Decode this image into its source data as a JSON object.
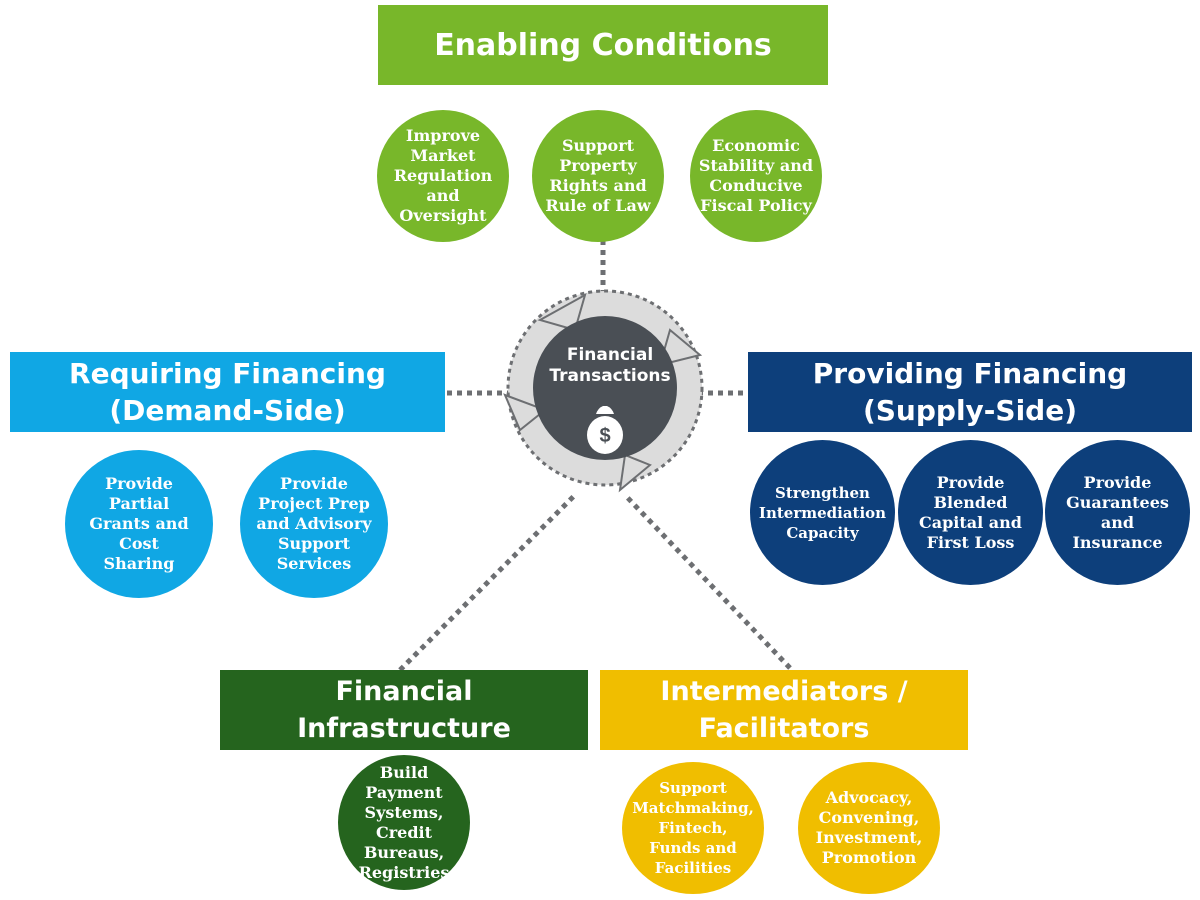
{
  "colors": {
    "enabling": "#78b72a",
    "demand": "#10a7e4",
    "supply": "#0d3f7b",
    "infrastructure": "#25641e",
    "intermediators": "#f0be00",
    "center": "#4a4f55",
    "connector": "#6d6f72"
  },
  "center": {
    "line1": "Financial",
    "line2": "Transactions",
    "icon": "money-bag-dollar-icon"
  },
  "enabling": {
    "title": "Enabling Conditions",
    "items": [
      "Improve\nMarket\nRegulation\nand\nOversight",
      "Support\nProperty\nRights and\nRule of Law",
      "Economic\nStability and\nConducive\nFiscal Policy"
    ]
  },
  "demand": {
    "title_line1": "Requiring Financing",
    "title_line2": "(Demand-Side)",
    "items": [
      "Provide\nPartial\nGrants and\nCost\nSharing",
      "Provide\nProject Prep\nand Advisory\nSupport\nServices"
    ]
  },
  "supply": {
    "title_line1": "Providing Financing",
    "title_line2": "(Supply-Side)",
    "items": [
      "Strengthen\nIntermediation\nCapacity",
      "Provide\nBlended\nCapital and\nFirst Loss",
      "Provide\nGuarantees\nand\nInsurance"
    ]
  },
  "infrastructure": {
    "title_line1": "Financial",
    "title_line2": "Infrastructure",
    "items": [
      "Build\nPayment\nSystems,\nCredit\nBureaus,\nRegistries"
    ]
  },
  "intermediators": {
    "title_line1": "Intermediators /",
    "title_line2": "Facilitators",
    "items": [
      "Support\nMatchmaking,\nFintech,\nFunds and\nFacilities",
      "Advocacy,\nConvening,\nInvestment,\nPromotion"
    ]
  }
}
